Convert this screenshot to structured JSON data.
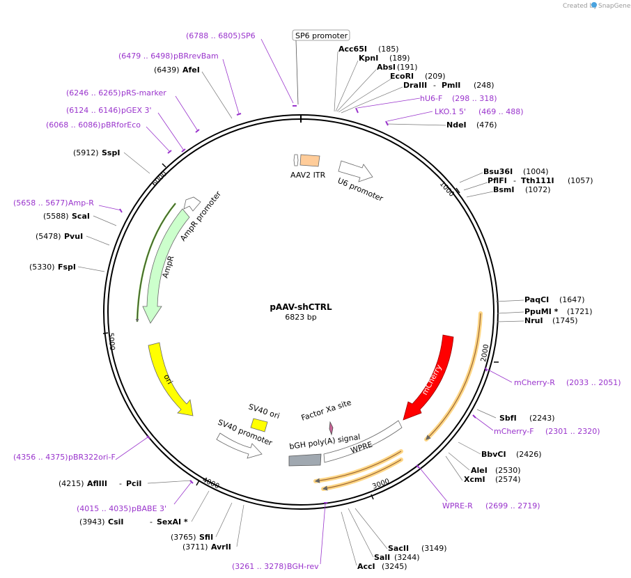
{
  "credit": {
    "prefix": "Created by",
    "brand": "SnapGene"
  },
  "plasmid": {
    "name": "pAAV-shCTRL",
    "size": "6823 bp"
  },
  "tick_labels": [
    "1000",
    "2000",
    "3000",
    "4000",
    "5000",
    "6000"
  ],
  "sp6_promoter_label": "SP6 promoter",
  "right_sites": [
    {
      "name": "Acc65I",
      "pos": "(185)"
    },
    {
      "name": "KpnI",
      "pos": "(189)"
    },
    {
      "name": "AbsI",
      "pos": "(191)"
    },
    {
      "name": "EcoRI",
      "pos": "(209)"
    },
    {
      "name": "DraIII",
      "name2": "PmlI",
      "pos": "(248)"
    },
    {
      "name": "NdeI",
      "pos": "(476)"
    },
    {
      "name": "Bsu36I",
      "pos": "(1004)"
    },
    {
      "name": "PflFI",
      "name2": "Tth111I",
      "pos": "(1057)"
    },
    {
      "name": "BsmI",
      "pos": "(1072)"
    },
    {
      "name": "PaqCI",
      "pos": "(1647)"
    },
    {
      "name": "PpuMI *",
      "pos": "(1721)"
    },
    {
      "name": "NruI",
      "pos": "(1745)"
    },
    {
      "name": "SbfI",
      "pos": "(2243)"
    },
    {
      "name": "BbvCI",
      "pos": "(2426)"
    },
    {
      "name": "AleI",
      "pos": "(2530)"
    },
    {
      "name": "XcmI",
      "pos": "(2574)"
    },
    {
      "name": "SacII",
      "pos": "(3149)"
    },
    {
      "name": "SalI",
      "pos": "(3244)"
    },
    {
      "name": "AccI",
      "pos": "(3245)"
    }
  ],
  "left_sites": [
    {
      "name": "AfeI",
      "pos": "(6439)"
    },
    {
      "name": "SspI",
      "pos": "(5912)"
    },
    {
      "name": "ScaI",
      "pos": "(5588)"
    },
    {
      "name": "PvuI",
      "pos": "(5478)"
    },
    {
      "name": "FspI",
      "pos": "(5330)"
    },
    {
      "name": "AflIII",
      "name2": "PciI",
      "pos": "(4215)"
    },
    {
      "name": "CsiI",
      "name2": "SexAI *",
      "pos": "(3943)"
    },
    {
      "name": "SfiI",
      "pos": "(3765)"
    },
    {
      "name": "AvrII",
      "pos": "(3711)"
    }
  ],
  "primers": [
    {
      "range": "(6788 .. 6805)",
      "name": "SP6"
    },
    {
      "range": "(6479 .. 6498)",
      "name": "pBRrevBam"
    },
    {
      "range": "(6246 .. 6265)",
      "name": "pRS-marker"
    },
    {
      "range": "(6124 .. 6146)",
      "name": "pGEX 3'"
    },
    {
      "range": "(6068 .. 6086)",
      "name": "pBRforEco"
    },
    {
      "range": "(5658 .. 5677)",
      "name": "Amp-R"
    },
    {
      "range": "(4356 .. 4375)",
      "name": "pBR322ori-F"
    },
    {
      "range": "(4015 .. 4035)",
      "name": "pBABE 3'"
    },
    {
      "range": "(3261 .. 3278)",
      "name": "BGH-rev"
    },
    {
      "name": "hU6-F",
      "range": "(298 .. 318)"
    },
    {
      "name": "LKO.1 5'",
      "range": "(469 .. 488)"
    },
    {
      "name": "mCherry-R",
      "range": "(2033 .. 2051)"
    },
    {
      "name": "mCherry-F",
      "range": "(2301 .. 2320)"
    },
    {
      "name": "WPRE-R",
      "range": "(2699 .. 2719)"
    }
  ],
  "features": [
    {
      "name": "AAV2 ITR"
    },
    {
      "name": "U6 promoter"
    },
    {
      "name": "mCherry"
    },
    {
      "name": "WPRE"
    },
    {
      "name": "bGH poly(A) signal"
    },
    {
      "name": "Factor Xa site"
    },
    {
      "name": "SV40 ori"
    },
    {
      "name": "SV40 promoter"
    },
    {
      "name": "ori"
    },
    {
      "name": "AmpR"
    },
    {
      "name": "AmpR promoter"
    }
  ],
  "colors": {
    "primer": "#9933cc",
    "mcherry": "#ff0000",
    "ori": "#ffff00",
    "ampr": "#ccffcc",
    "itr": "#ffcc99",
    "polyA": "#a0a8b0",
    "orf_highlight": "#ffcc66",
    "orf_arrow": "#996633",
    "amp_orf": "#66aa33"
  }
}
